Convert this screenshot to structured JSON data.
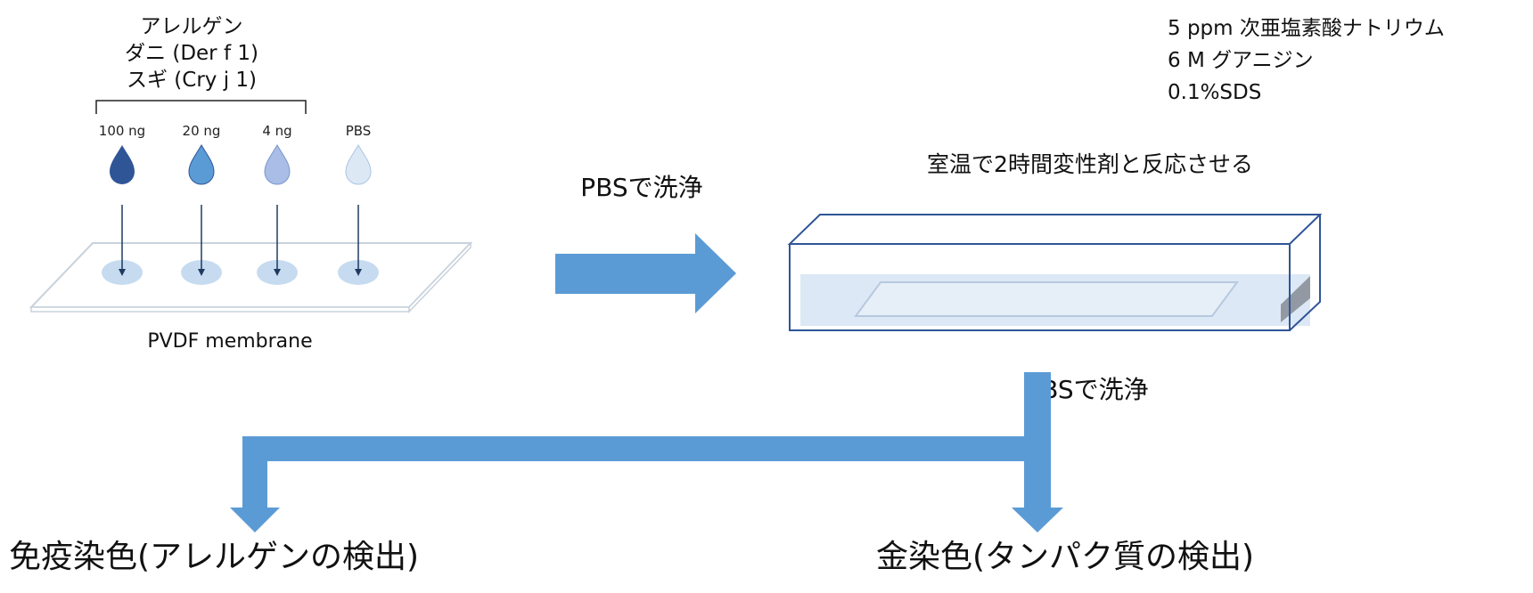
{
  "allergens": {
    "title": "アレルゲン",
    "items": [
      "ダニ (Der f 1)",
      "スギ (Cry j 1)"
    ]
  },
  "drops": [
    {
      "label": "100 ng",
      "color": "#2f5597"
    },
    {
      "label": "20 ng",
      "color": "#5b9bd5"
    },
    {
      "label": "4 ng",
      "color": "#a9bde6"
    },
    {
      "label": "PBS",
      "color": "#dde8f5"
    }
  ],
  "membrane_label": "PVDF membrane",
  "wash_step_1": "PBSで洗浄",
  "denature_step": "室温で2時間変性剤と反応させる",
  "reagents": [
    "5 ppm 次亜塩素酸ナトリウム",
    "6 M グアニジン",
    "0.1%SDS"
  ],
  "wash_step_2": "PBSで洗浄",
  "results": {
    "left": "免疫染色(アレルゲンの検出)",
    "right": "金染色(タンパク質の検出)"
  },
  "colors": {
    "arrow": "#5b9bd5",
    "container_border": "#2f5597",
    "spot": "#c6dbf0"
  }
}
